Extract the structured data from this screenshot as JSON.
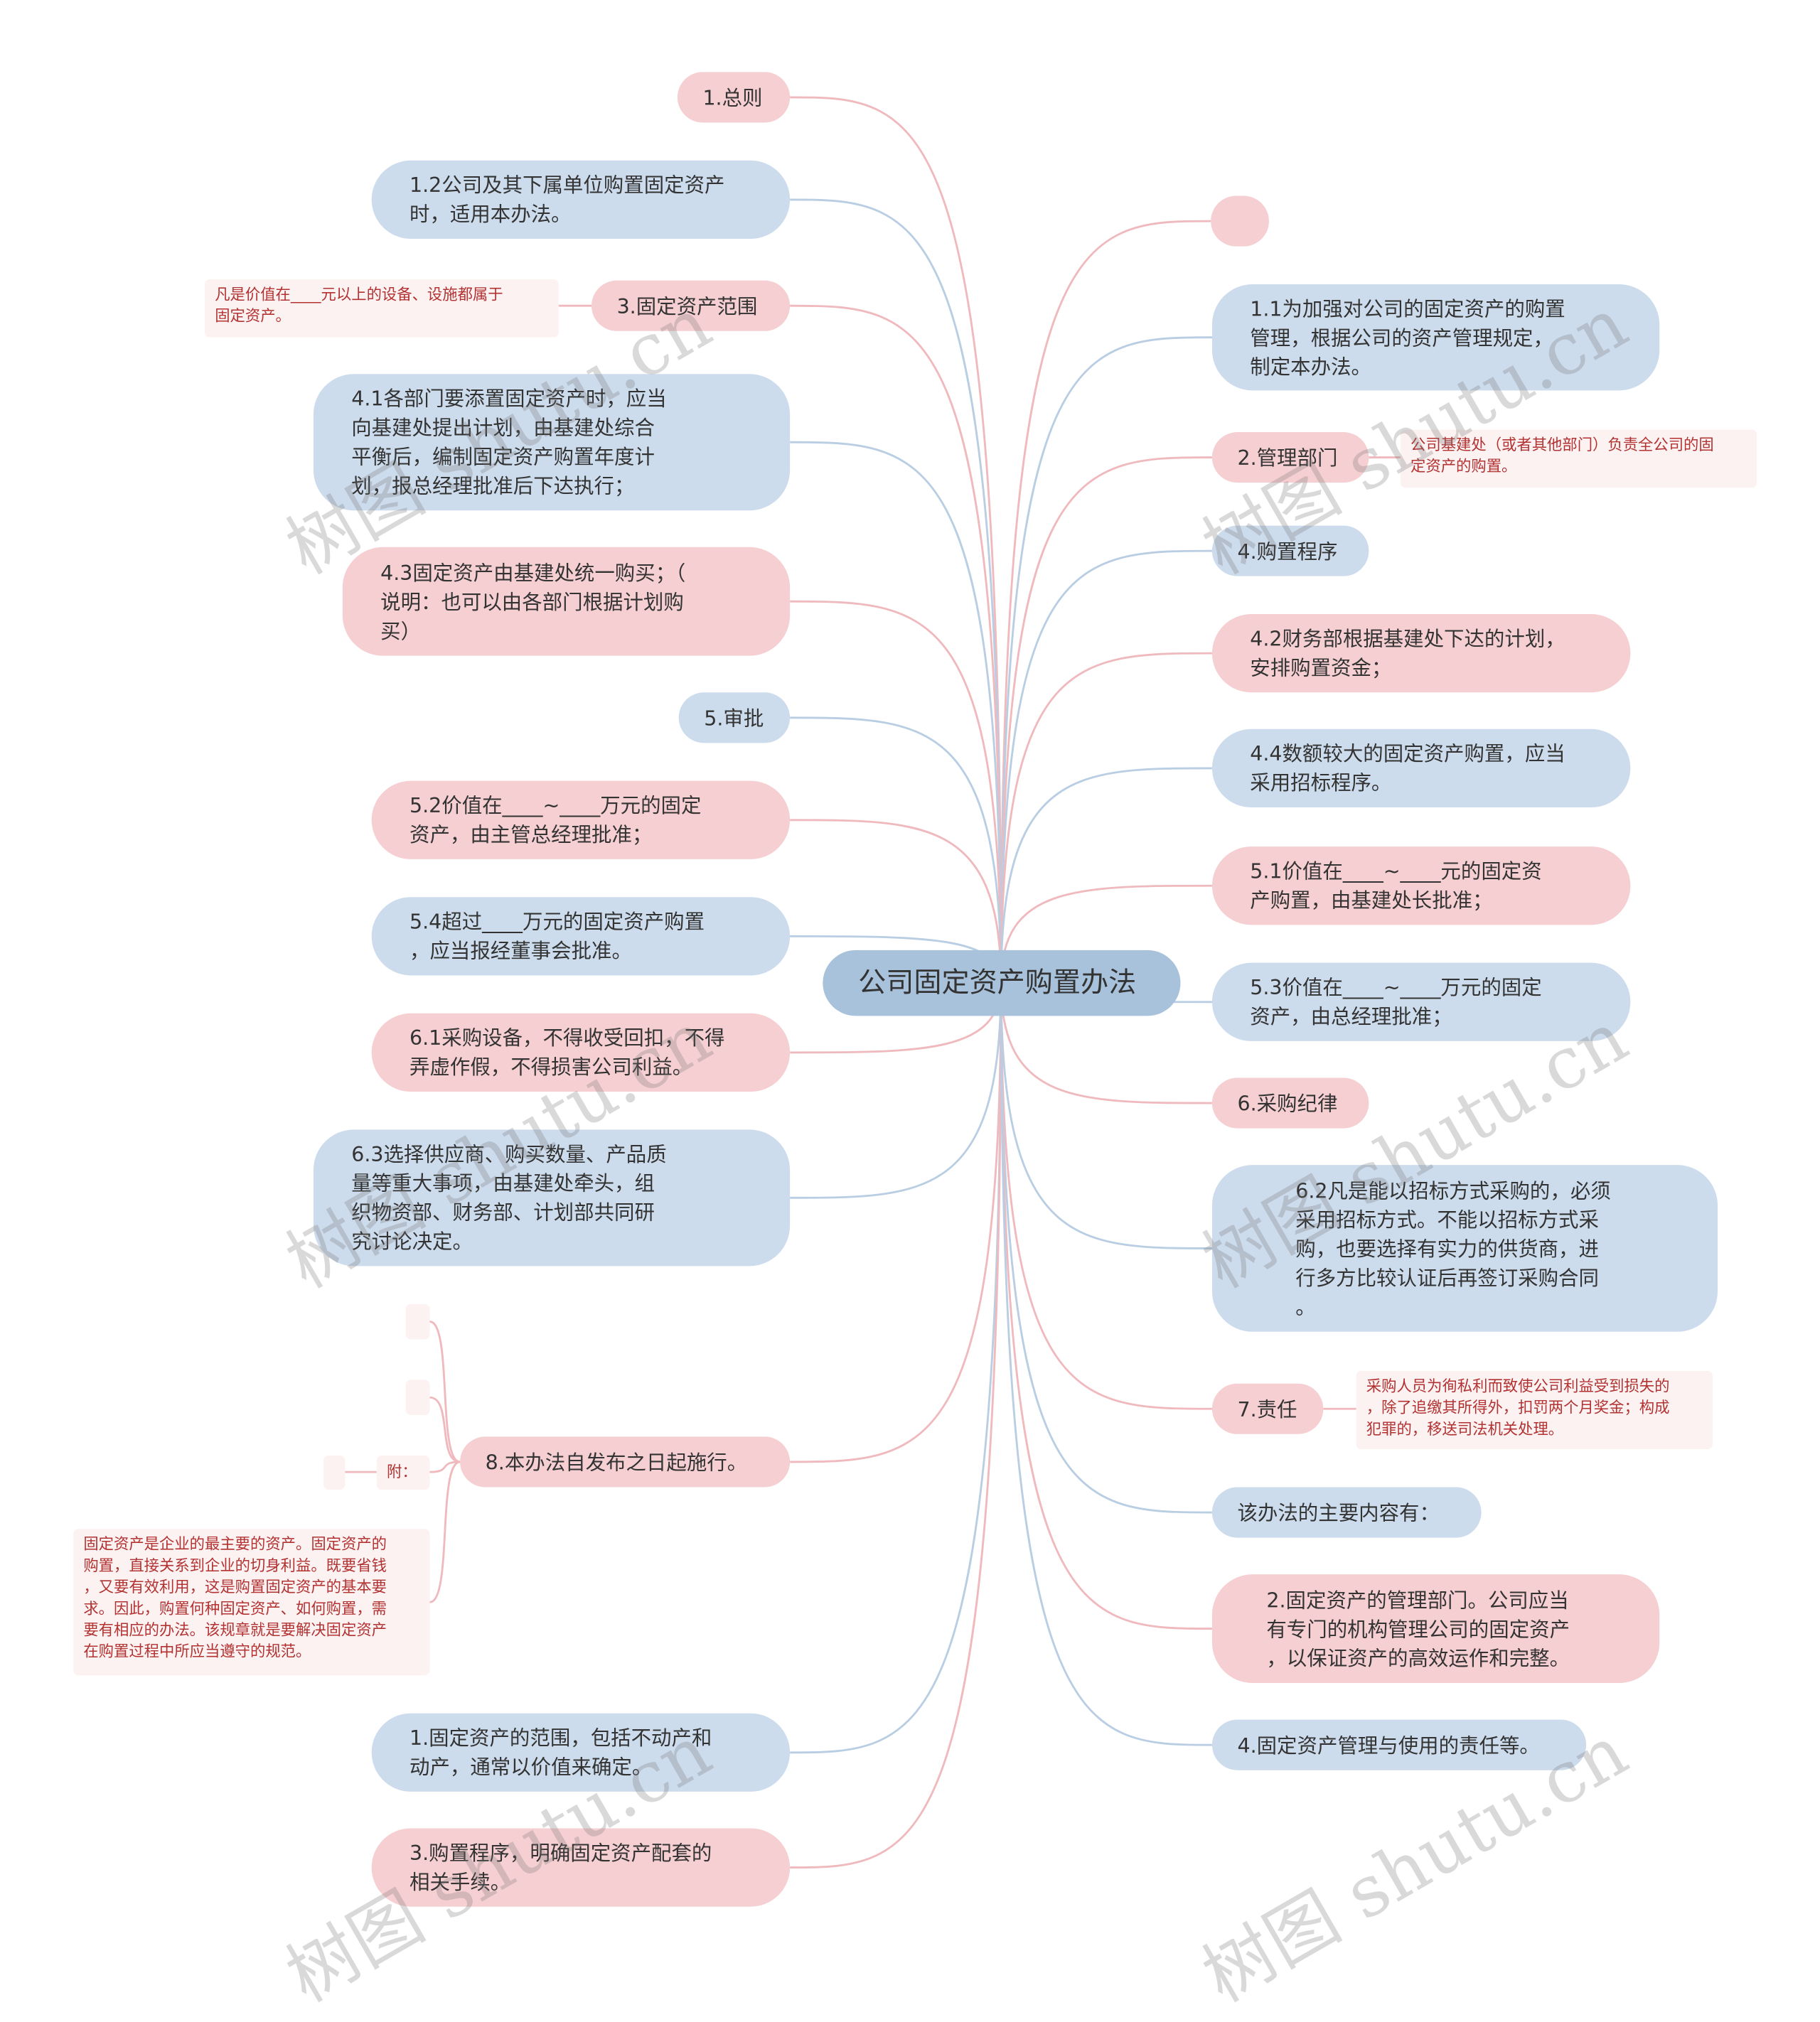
{
  "root": {
    "text": "公司固定资产购置办法"
  },
  "left_nodes": [
    {
      "id": "l1",
      "text": "1.总则",
      "color": "pink"
    },
    {
      "id": "l2",
      "text": "1.2公司及其下属单位购置固定资产\n时，适用本办法。",
      "color": "blue"
    },
    {
      "id": "l3",
      "text": "3.固定资产范围",
      "color": "pink"
    },
    {
      "id": "l4",
      "text": "4.1各部门要添置固定资产时，应当\n向基建处提出计划，由基建处综合\n平衡后，编制固定资产购置年度计\n划，报总经理批准后下达执行；",
      "color": "blue"
    },
    {
      "id": "l5",
      "text": "4.3固定资产由基建处统一购买；（\n说明：也可以由各部门根据计划购\n买）",
      "color": "pink"
    },
    {
      "id": "l6",
      "text": "5.审批",
      "color": "blue"
    },
    {
      "id": "l7",
      "text": "5.2价值在____~____万元的固定\n资产，由主管总经理批准；",
      "color": "pink"
    },
    {
      "id": "l8",
      "text": "5.4超过____万元的固定资产购置\n，应当报经董事会批准。",
      "color": "blue"
    },
    {
      "id": "l9",
      "text": "6.1采购设备，不得收受回扣，不得\n弄虚作假，不得损害公司利益。",
      "color": "pink"
    },
    {
      "id": "l10",
      "text": "6.3选择供应商、购买数量、产品质\n量等重大事项，由基建处牵头，组\n织物资部、财务部、计划部共同研\n究讨论决定。",
      "color": "blue"
    },
    {
      "id": "l11",
      "text": "8.本办法自发布之日起施行。",
      "color": "pink"
    },
    {
      "id": "l12",
      "text": "1.固定资产的范围，包括不动产和\n动产，通常以价值来确定。",
      "color": "blue"
    },
    {
      "id": "l13",
      "text": "3.购置程序，明确固定资产配套的\n相关手续。",
      "color": "pink"
    }
  ],
  "right_nodes": [
    {
      "id": "r0",
      "text": "",
      "color": "pink"
    },
    {
      "id": "r1",
      "text": "1.1为加强对公司的固定资产的购置\n管理，根据公司的资产管理规定，\n制定本办法。",
      "color": "blue"
    },
    {
      "id": "r2",
      "text": "2.管理部门",
      "color": "pink"
    },
    {
      "id": "r3",
      "text": "4.购置程序",
      "color": "blue"
    },
    {
      "id": "r4",
      "text": "4.2财务部根据基建处下达的计划，\n安排购置资金；",
      "color": "pink"
    },
    {
      "id": "r5",
      "text": "4.4数额较大的固定资产购置，应当\n采用招标程序。",
      "color": "blue"
    },
    {
      "id": "r6",
      "text": "5.1价值在____~____元的固定资\n产购置，由基建处长批准；",
      "color": "pink"
    },
    {
      "id": "r7",
      "text": "5.3价值在____~____万元的固定\n资产，由总经理批准；",
      "color": "blue"
    },
    {
      "id": "r8",
      "text": "6.采购纪律",
      "color": "pink"
    },
    {
      "id": "r9",
      "text": "6.2凡是能以招标方式采购的，必须\n采用招标方式。不能以招标方式采\n购，也要选择有实力的供货商，进\n行多方比较认证后再签订采购合同\n。",
      "color": "blue"
    },
    {
      "id": "r10",
      "text": "7.责任",
      "color": "pink"
    },
    {
      "id": "r11",
      "text": "该办法的主要内容有：",
      "color": "blue"
    },
    {
      "id": "r12",
      "text": "2.固定资产的管理部门。公司应当\n有专门的机构管理公司的固定资产\n，以保证资产的高效运作和完整。",
      "color": "pink"
    },
    {
      "id": "r13",
      "text": "4.固定资产管理与使用的责任等。",
      "color": "blue"
    }
  ],
  "notes": [
    {
      "id": "n1",
      "text": "凡是价值在____元以上的设备、设施都属于\n固定资产。"
    },
    {
      "id": "n2",
      "text": "公司基建处（或者其他部门）负责全公司的固\n定资产的购置。"
    },
    {
      "id": "n3",
      "text": "采购人员为徇私利而致使公司利益受到损失的\n，除了追缴其所得外，扣罚两个月奖金；构成\n犯罪的，移送司法机关处理。"
    },
    {
      "id": "n4",
      "text": "附："
    },
    {
      "id": "n5",
      "text": "固定资产是企业的最主要的资产。固定资产的\n购置，直接关系到企业的切身利益。既要省钱\n，又要有效利用，这是购置固定资产的基本要\n求。因此，购置何种固定资产、如何购置，需\n要有相应的办法。该规章就是要解决固定资产\n在购置过程中所应当遵守的规范。"
    }
  ],
  "watermark": "树图 shutu.cn",
  "colors": {
    "pink": "#f6cfd2",
    "blue": "#cddced",
    "root": "#a8c2dc",
    "link_pink": "#efb9bd",
    "link_blue": "#b9cde3",
    "note_text": "#b23232"
  }
}
